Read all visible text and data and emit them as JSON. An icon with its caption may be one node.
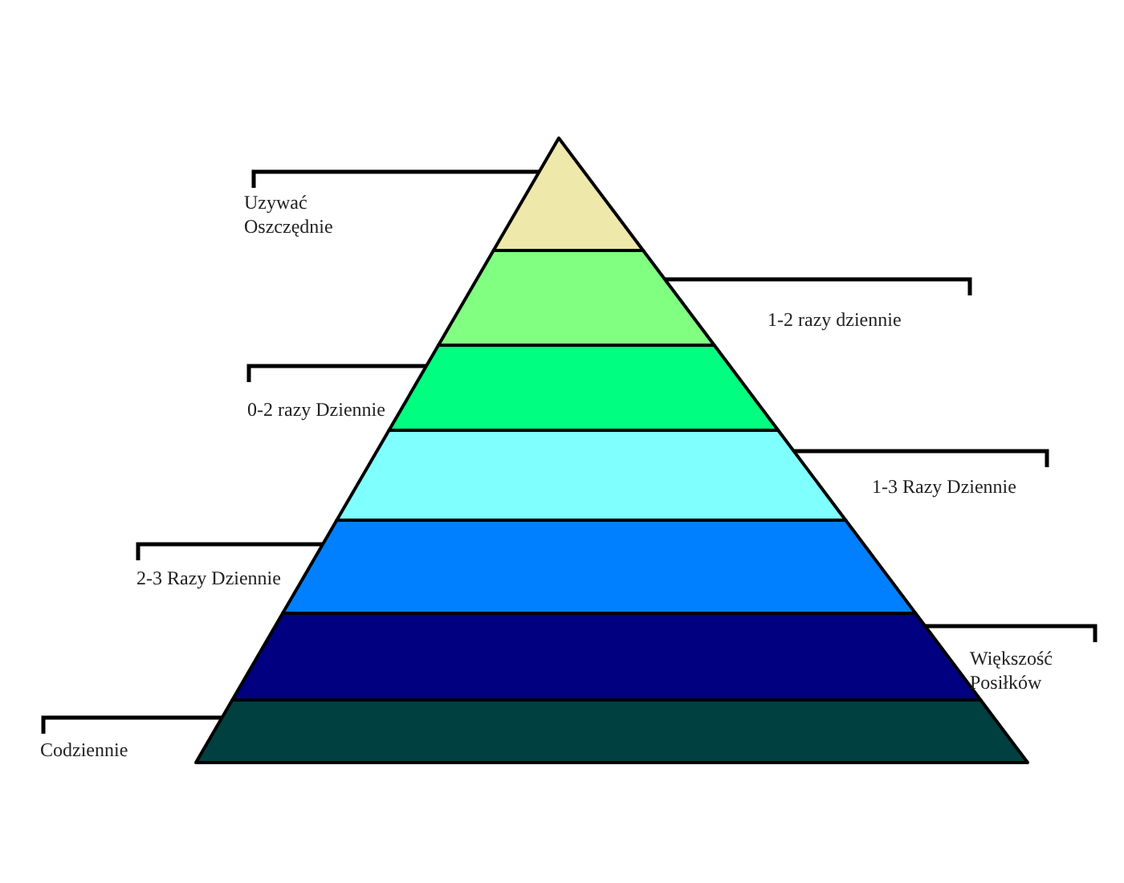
{
  "diagram": {
    "nodes": [
      {
        "text": [],
        "shape": "triangle"
      },
      {
        "text": [],
        "shape": "band"
      },
      {
        "text": [],
        "shape": "band"
      },
      {
        "text": [],
        "shape": "band"
      },
      {
        "text": [],
        "shape": "band"
      },
      {
        "text": [],
        "shape": "band"
      },
      {
        "text": [],
        "shape": "band"
      },
      {
        "text": [
          "Uzywać Oszczędnie"
        ]
      },
      {
        "text": [
          "1-2 razy dziennie"
        ]
      },
      {
        "text": [
          "0-2 razy Dziennie"
        ]
      },
      {
        "text": [
          "1-3 Razy Dziennie"
        ]
      },
      {
        "text": [
          "2-3 Razy Dziennie"
        ]
      },
      {
        "text": [
          "Większość Posiłków"
        ]
      },
      {
        "text": [
          "Codziennie"
        ]
      }
    ],
    "edges": [
      {
        "from": 7,
        "to": 0,
        "arrow": "none"
      },
      {
        "from": 8,
        "to": 1,
        "arrow": "none"
      },
      {
        "from": 9,
        "to": 2,
        "arrow": "none"
      },
      {
        "from": 10,
        "to": 3,
        "arrow": "none"
      },
      {
        "from": 11,
        "to": 4,
        "arrow": "none"
      },
      {
        "from": 12,
        "to": 5,
        "arrow": "none"
      },
      {
        "from": 13,
        "to": 6,
        "arrow": "none"
      }
    ]
  }
}
